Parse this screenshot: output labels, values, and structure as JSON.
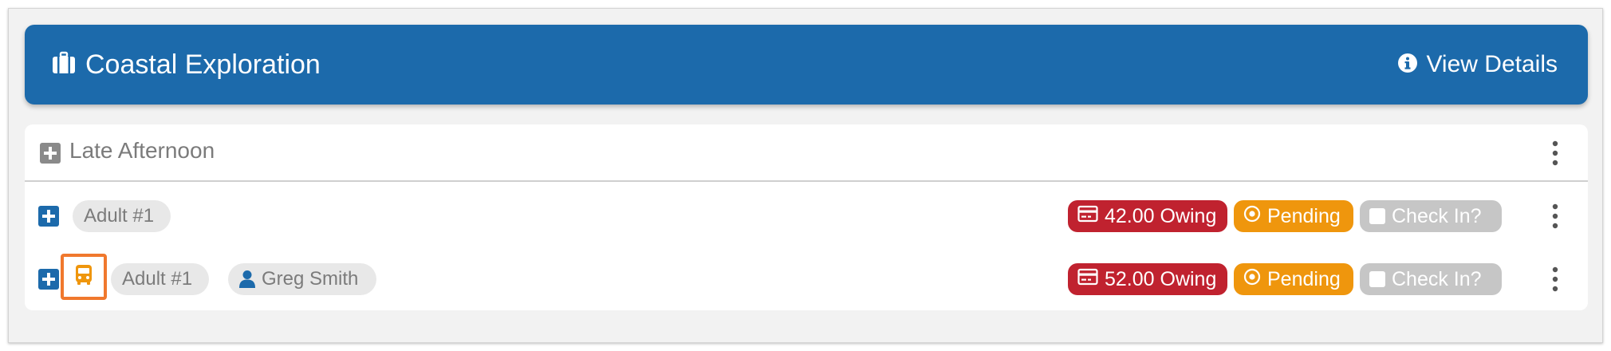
{
  "header": {
    "title": "Coastal Exploration",
    "view_details_label": "View Details",
    "accent_color": "#1c6aab"
  },
  "group": {
    "title": "Late Afternoon"
  },
  "rows": [
    {
      "participant_label": "Adult #1",
      "owing_label": "42.00 Owing",
      "status_label": "Pending",
      "checkin_label": "Check In?"
    },
    {
      "participant_label": "Adult #1",
      "guest_name": "Greg Smith",
      "owing_label": "52.00 Owing",
      "status_label": "Pending",
      "checkin_label": "Check In?",
      "transport_icon": "bus-icon"
    }
  ],
  "colors": {
    "owing": "#c0222f",
    "pending": "#ef960d",
    "checkin": "#c6c6c6",
    "highlight": "#f0782d"
  }
}
